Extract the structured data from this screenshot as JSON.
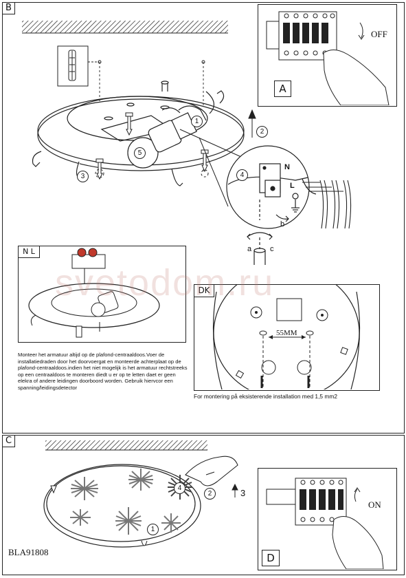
{
  "sections": {
    "b": "B",
    "a": "A",
    "c": "C",
    "d": "D"
  },
  "switch_a": {
    "state": "OFF"
  },
  "switch_d": {
    "state": "ON"
  },
  "steps": {
    "s1": "1",
    "s2": "2",
    "s3": "3",
    "s4": "4",
    "s5": "5",
    "c1": "1",
    "c2": "2",
    "c3": "3",
    "c4": "4"
  },
  "wiring": {
    "n": "N",
    "l": "L",
    "a": "a",
    "b": "b",
    "c": "c"
  },
  "nl_box": {
    "title": "N L",
    "text": "Monteer het armatuur altijd op de plafond-centraaldoos.Voer de installatiedraden door het doorvoergat en monteerde achterplaat op de plafond-centraaldoos.indien het niet mogelijk is het armatuur rechtstreeks op een centraaldoos te monteren diedt u er op te letten daet er geen elekra of andere leidingen doorboord worden. Gebruik hiervcor een spanning/leidingsdetector"
  },
  "dk_box": {
    "title": "DK",
    "dimension": "55MM",
    "caption": "For montering på eksisterende installation med 1,5 mm2"
  },
  "watermark": "svetodom.ru",
  "model": "BLA91808"
}
